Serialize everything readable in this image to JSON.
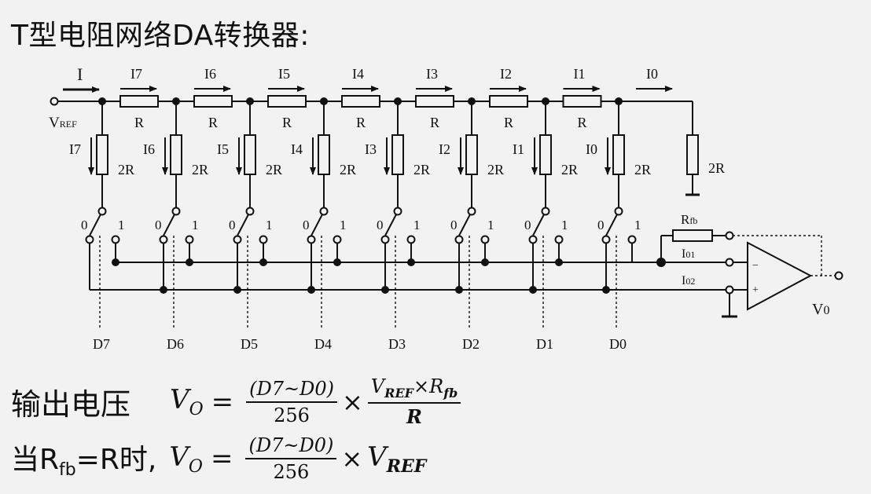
{
  "title": "T型电阻网络DA转换器:",
  "circuit": {
    "current_in_label": "I",
    "vref_label": "V",
    "vref_sub": "REF",
    "bits": [
      "D7",
      "D6",
      "D5",
      "D4",
      "D3",
      "D2",
      "D1",
      "D0"
    ],
    "branch_currents": [
      "I7",
      "I6",
      "I5",
      "I4",
      "I3",
      "I2",
      "I1",
      "I0"
    ],
    "series_resistor": "R",
    "shunt_resistor": "2R",
    "switch_pos0": "0",
    "switch_pos1": "1",
    "rfb_label": "R",
    "rfb_sub": "fb",
    "io1_label": "I",
    "io1_sub": "01",
    "io2_label": "I",
    "io2_sub": "02",
    "minus_sign": "−",
    "plus_sign": "+",
    "vo_label": "V",
    "vo_sub": "0"
  },
  "formula1": {
    "prefix": "输出电压",
    "lhs_v": "V",
    "lhs_sub": "O",
    "eq": "=",
    "num1": "(D7~D0)",
    "den1": "256",
    "times": "×",
    "num2_v": "V",
    "num2_ref": "REF",
    "num2_x": "×",
    "num2_r": "R",
    "num2_fb": "fb",
    "den2": "R"
  },
  "formula2": {
    "prefix_a": "当R",
    "prefix_sub": "fb",
    "prefix_b": "=R时,",
    "lhs_v": "V",
    "lhs_sub": "O",
    "eq": "=",
    "num": "(D7~D0)",
    "den": "256",
    "times": "×",
    "rhs_v": "V",
    "rhs_sub": "REF"
  }
}
